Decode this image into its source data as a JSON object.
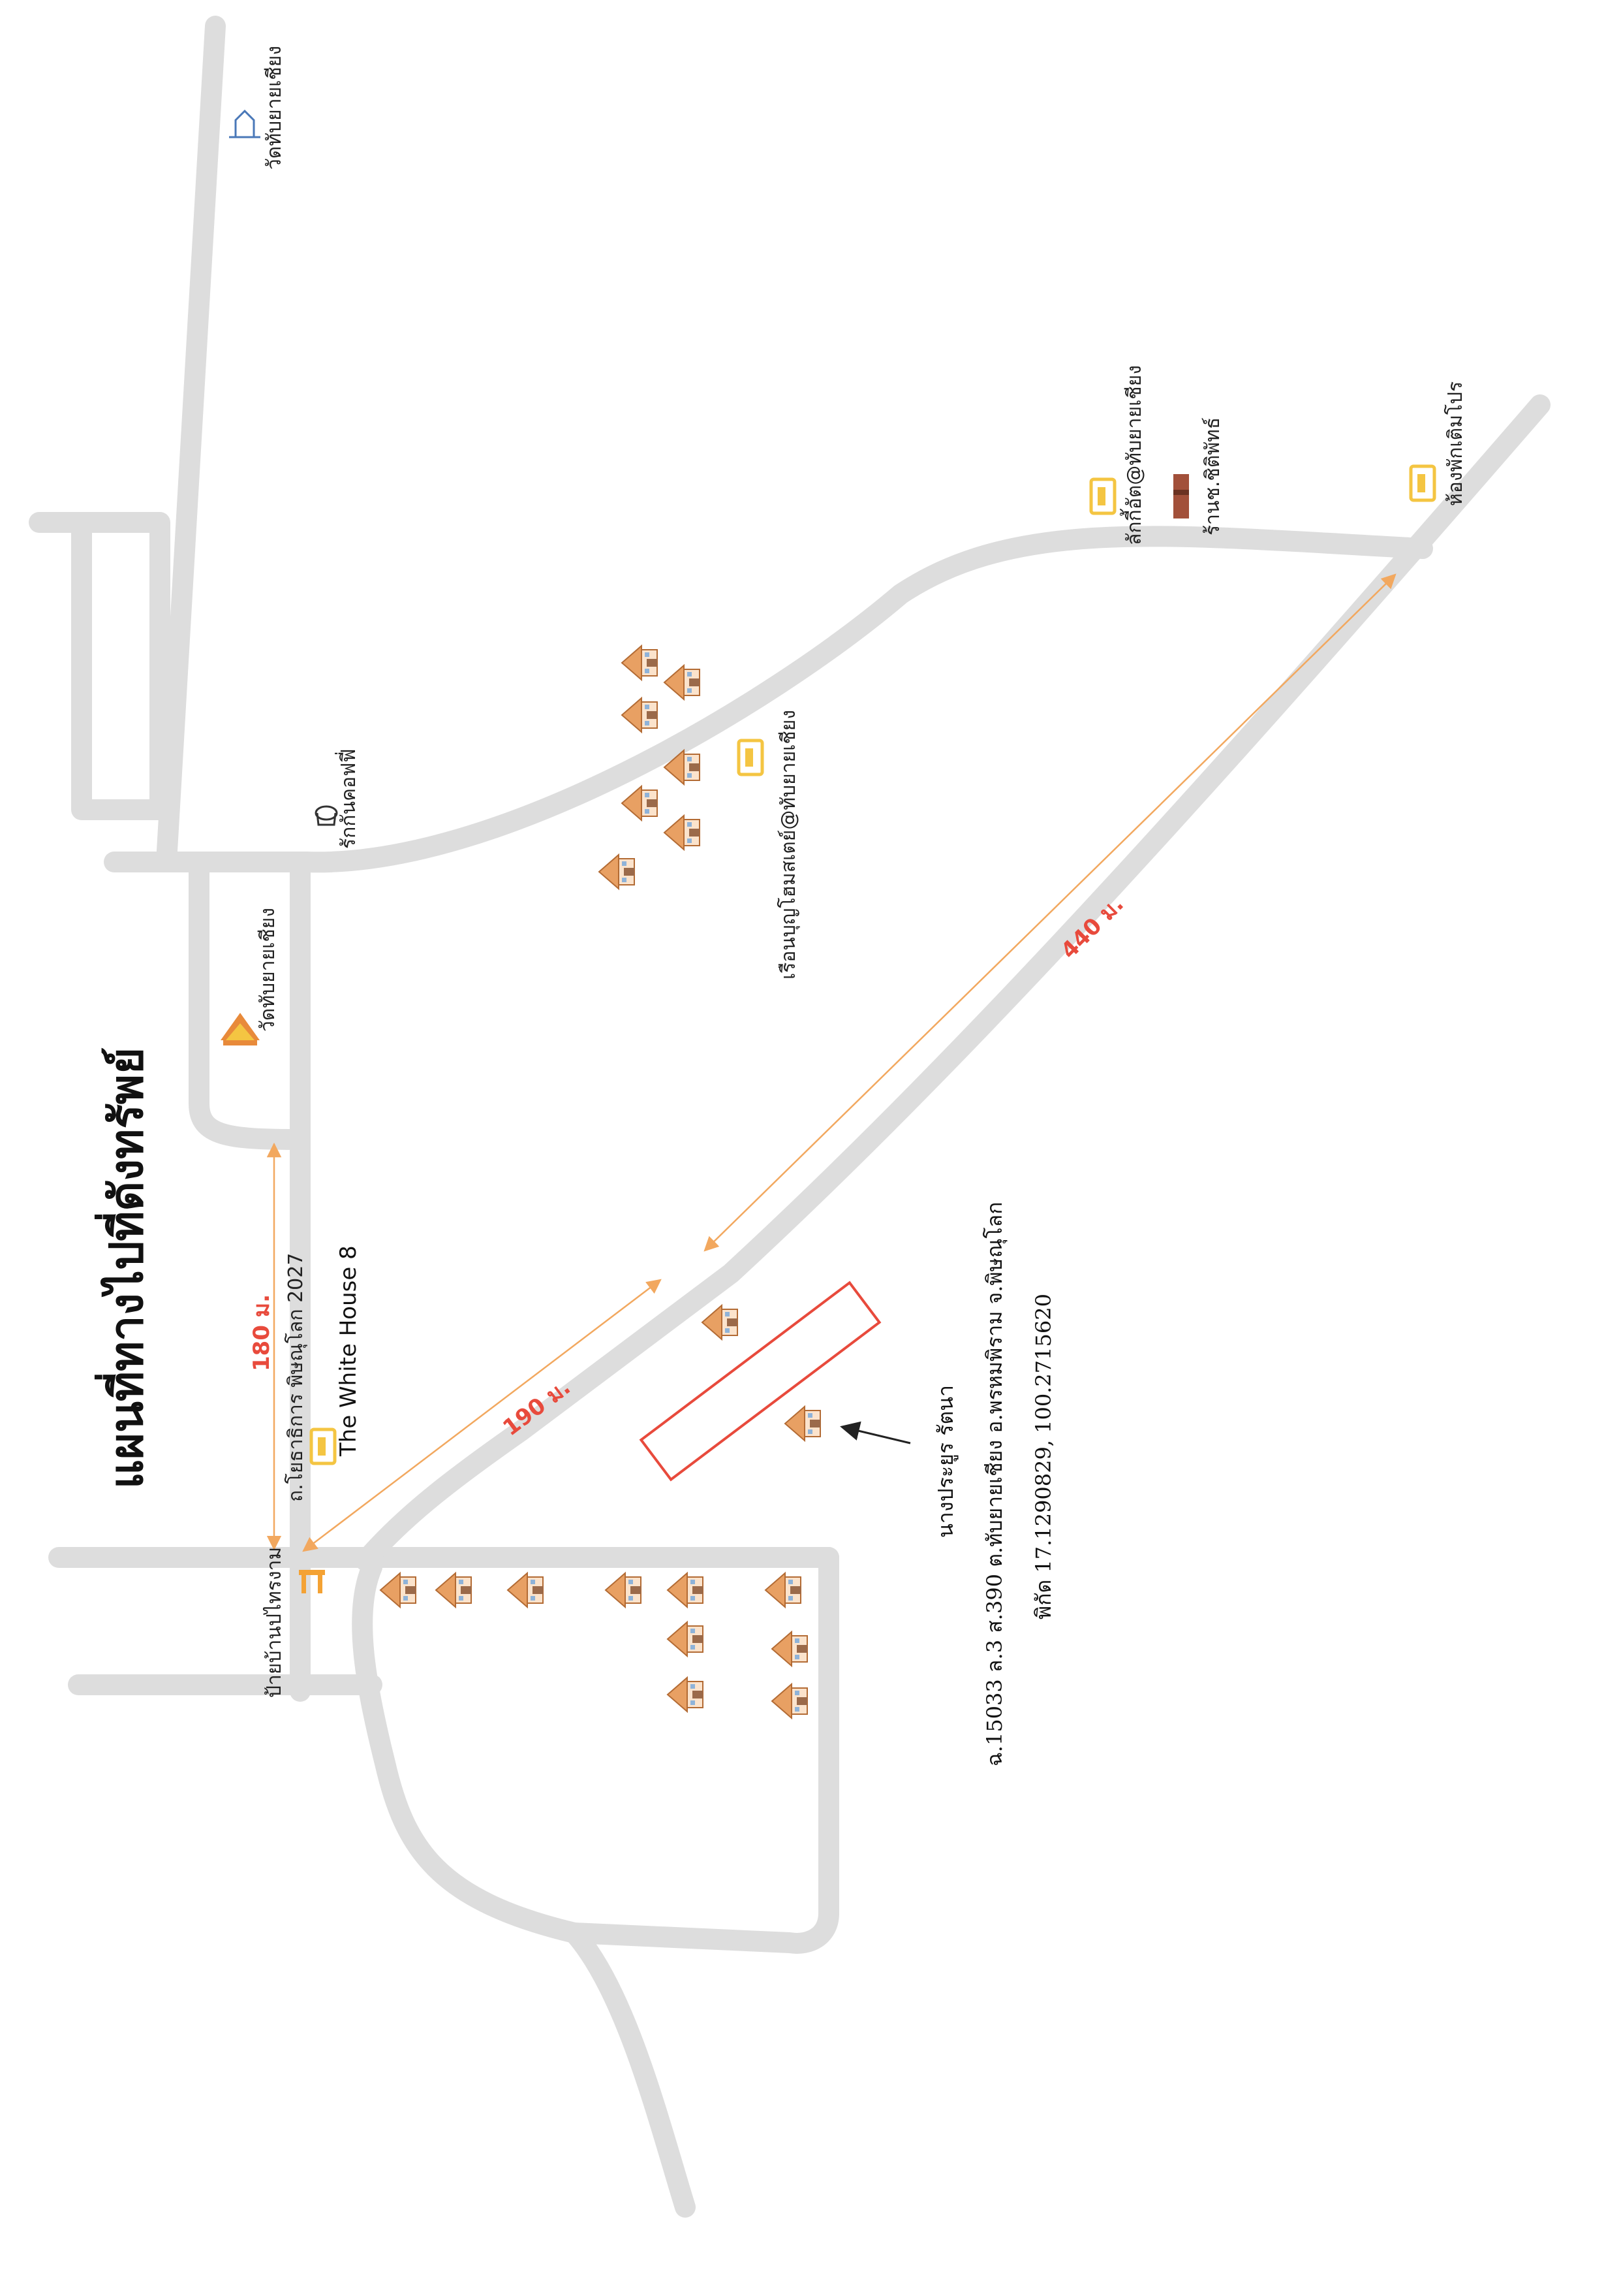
{
  "map": {
    "title": "แผนที่ทางไปที่ดังทรัพย์",
    "landmarks": {
      "wat_top": "วัดทับยายเชียง",
      "wat_lower": "วัดทับยายเชียง",
      "cafe": "รักกันคอฟฟี่",
      "homestay": "เรือนบุญโฮมสเตย์@ทับยายเชียง",
      "lucky_pet": "ลักกี้อัต@ทับยายเชียง",
      "shop": "ร้านช.ชิติพัทธ์",
      "room": "ห้องพักเติมโปร",
      "white_house": "The White House 8",
      "school_road": "ถ.โยธาธิการ พิษณุโลก 2027",
      "village_sign": "ป้ายบ้านปไทรงาม"
    },
    "distances": {
      "d180": "180 ม.",
      "d190": "190 ม.",
      "d440": "440 ม."
    },
    "property": {
      "owner": "นางประยูร รัตนา",
      "address": "ฉ.15033 ล.3 ส.390 ต.ทับยายเชียง อ.พรหมพิราม จ.พิษณุโลก",
      "coords": "พิกัด  17.1290829, 100.2715620"
    },
    "colors": {
      "road": "#dddddd",
      "distance_line": "#f2a85f",
      "distance_text": "#e84a3c",
      "highlight": "#e84a3c",
      "marker": "#f4c542"
    }
  }
}
